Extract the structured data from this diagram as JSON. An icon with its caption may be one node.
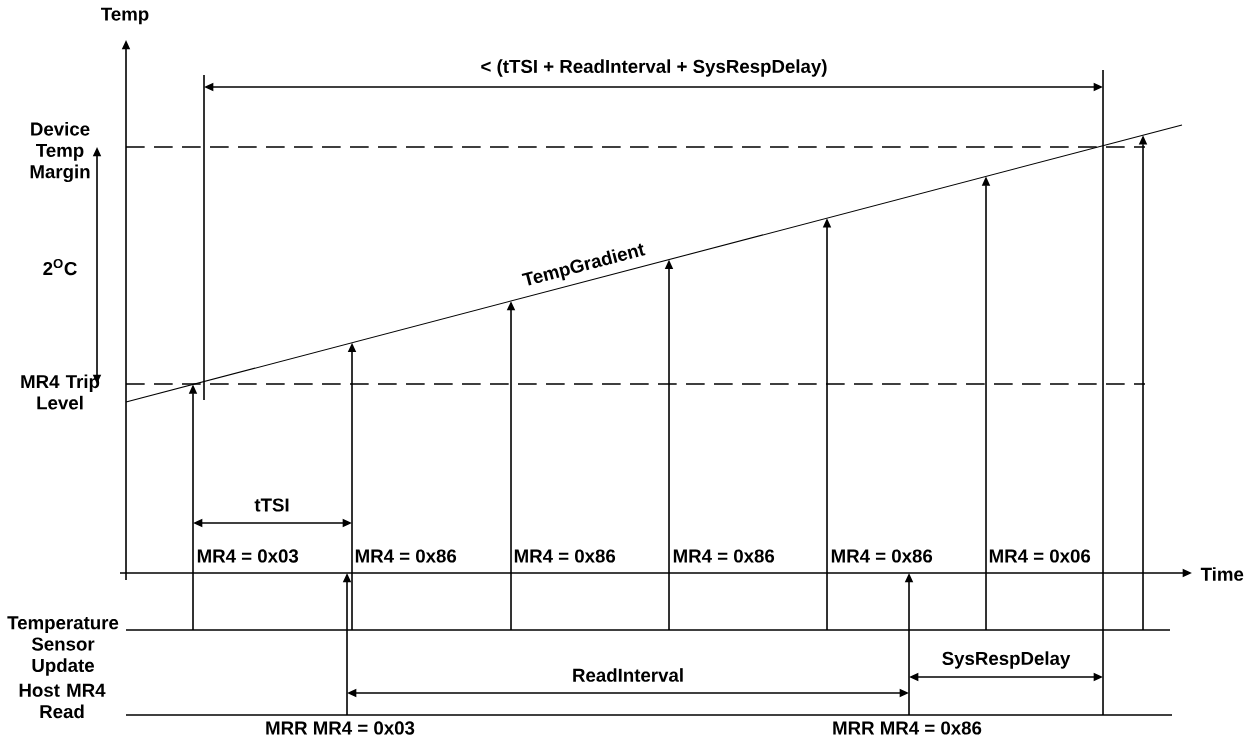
{
  "diagram": {
    "labels": [
      "Temp",
      "< (tTSI + ReadInterval + SysRespDelay)",
      "Device Temp Margin",
      "TempGradient",
      "2$^{O}$C",
      "MR4 Trip Level",
      "tTSI",
      "MR4 = 0x03",
      "MR4 = 0x86",
      "MR4 = 0x86",
      "MR4 = 0x86",
      "MR4 = 0x86",
      "MR4 = 0x06",
      "Time",
      "Temperature Sensor Update",
      "ReadInterval",
      "SysRespDelay",
      "Host MR4 Read",
      "MRR MR4 = 0x03",
      "MRR MR4 = 0x86"
    ]
  }
}
